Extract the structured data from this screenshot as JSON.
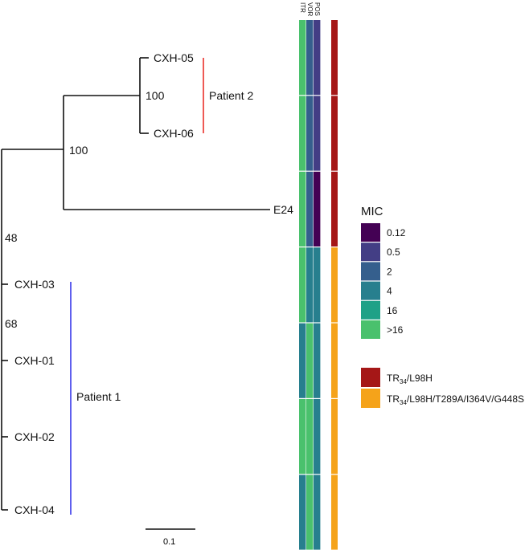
{
  "tree": {
    "tips": [
      "CXH-05",
      "CXH-06",
      "E24",
      "CXH-03",
      "CXH-01",
      "CXH-02",
      "CXH-04"
    ],
    "bootstrap": [
      "100",
      "100",
      "48",
      "68"
    ],
    "patients": [
      {
        "label": "Patient 2",
        "color": "#e8221c",
        "members": [
          "CXH-05",
          "CXH-06"
        ]
      },
      {
        "label": "Patient 1",
        "color": "#2a2ae8",
        "members": [
          "CXH-03",
          "CXH-01",
          "CXH-02",
          "CXH-04"
        ]
      }
    ],
    "scale_label": "0.1"
  },
  "heatmap": {
    "columns": [
      "ITR",
      "VOR",
      "POS"
    ],
    "rows": [
      {
        "tip": "CXH-05",
        "ITR": ">16",
        "VOR": "2",
        "POS": "0.5",
        "mutation": "TR34/L98H"
      },
      {
        "tip": "CXH-06",
        "ITR": ">16",
        "VOR": "2",
        "POS": "0.5",
        "mutation": "TR34/L98H"
      },
      {
        "tip": "E24",
        "ITR": ">16",
        "VOR": "2",
        "POS": "0.12",
        "mutation": "TR34/L98H"
      },
      {
        "tip": "CXH-03",
        "ITR": ">16",
        "VOR": "4",
        "POS": "4",
        "mutation": "TR34/L98H/T289A/I364V/G448S"
      },
      {
        "tip": "CXH-01",
        "ITR": "4",
        "VOR": ">16",
        "POS": "4",
        "mutation": "TR34/L98H/T289A/I364V/G448S"
      },
      {
        "tip": "CXH-02",
        "ITR": ">16",
        "VOR": ">16",
        "POS": "4",
        "mutation": "TR34/L98H/T289A/I364V/G448S"
      },
      {
        "tip": "CXH-04",
        "ITR": "4",
        "VOR": ">16",
        "POS": "4",
        "mutation": "TR34/L98H/T289A/I364V/G448S"
      }
    ]
  },
  "legend": {
    "mic_title": "MIC",
    "mic": [
      {
        "label": "0.12",
        "color": "#440154"
      },
      {
        "label": "0.5",
        "color": "#433e85"
      },
      {
        "label": "2",
        "color": "#355f8d"
      },
      {
        "label": "4",
        "color": "#277f8e"
      },
      {
        "label": "16",
        "color": "#1fa187"
      },
      {
        "label": ">16",
        "color": "#4ac16d"
      }
    ],
    "mutation": [
      {
        "key": "TR34/L98H",
        "base": "TR",
        "sub": "34",
        "rest": "/L98H",
        "color": "#a51717"
      },
      {
        "key": "TR34/L98H/T289A/I364V/G448S",
        "base": "TR",
        "sub": "34",
        "rest": "/L98H/T289A/I364V/G448S",
        "color": "#f5a31a"
      }
    ]
  }
}
